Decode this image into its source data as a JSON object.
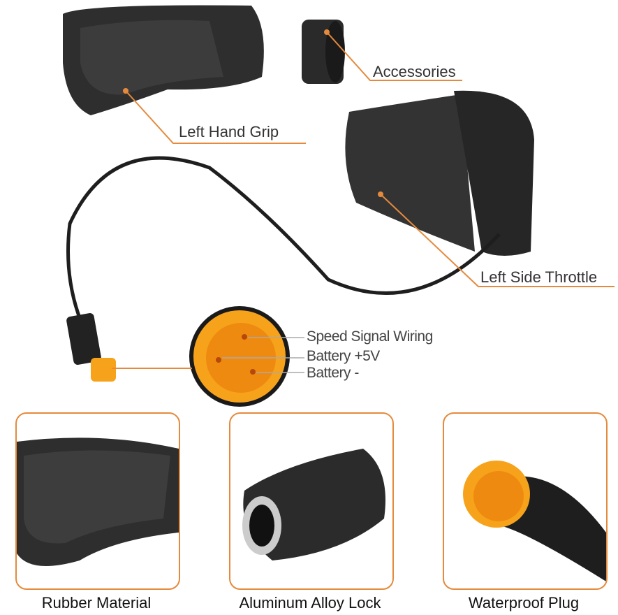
{
  "callouts": {
    "accessories": "Accessories",
    "left_hand_grip": "Left Hand Grip",
    "left_side_throttle": "Left Side Throttle"
  },
  "connector_pins": {
    "speed_signal": "Speed Signal Wiring",
    "battery_plus": "Battery +5V",
    "battery_minus": "Battery -"
  },
  "features": [
    {
      "caption": "Rubber Material"
    },
    {
      "caption": "Aluminum Alloy Lock"
    },
    {
      "caption": "Waterproof Plug"
    }
  ],
  "colors": {
    "accent": "#e58a3c",
    "connector": "#f7a21b",
    "rubber": "#2b2b2b"
  }
}
